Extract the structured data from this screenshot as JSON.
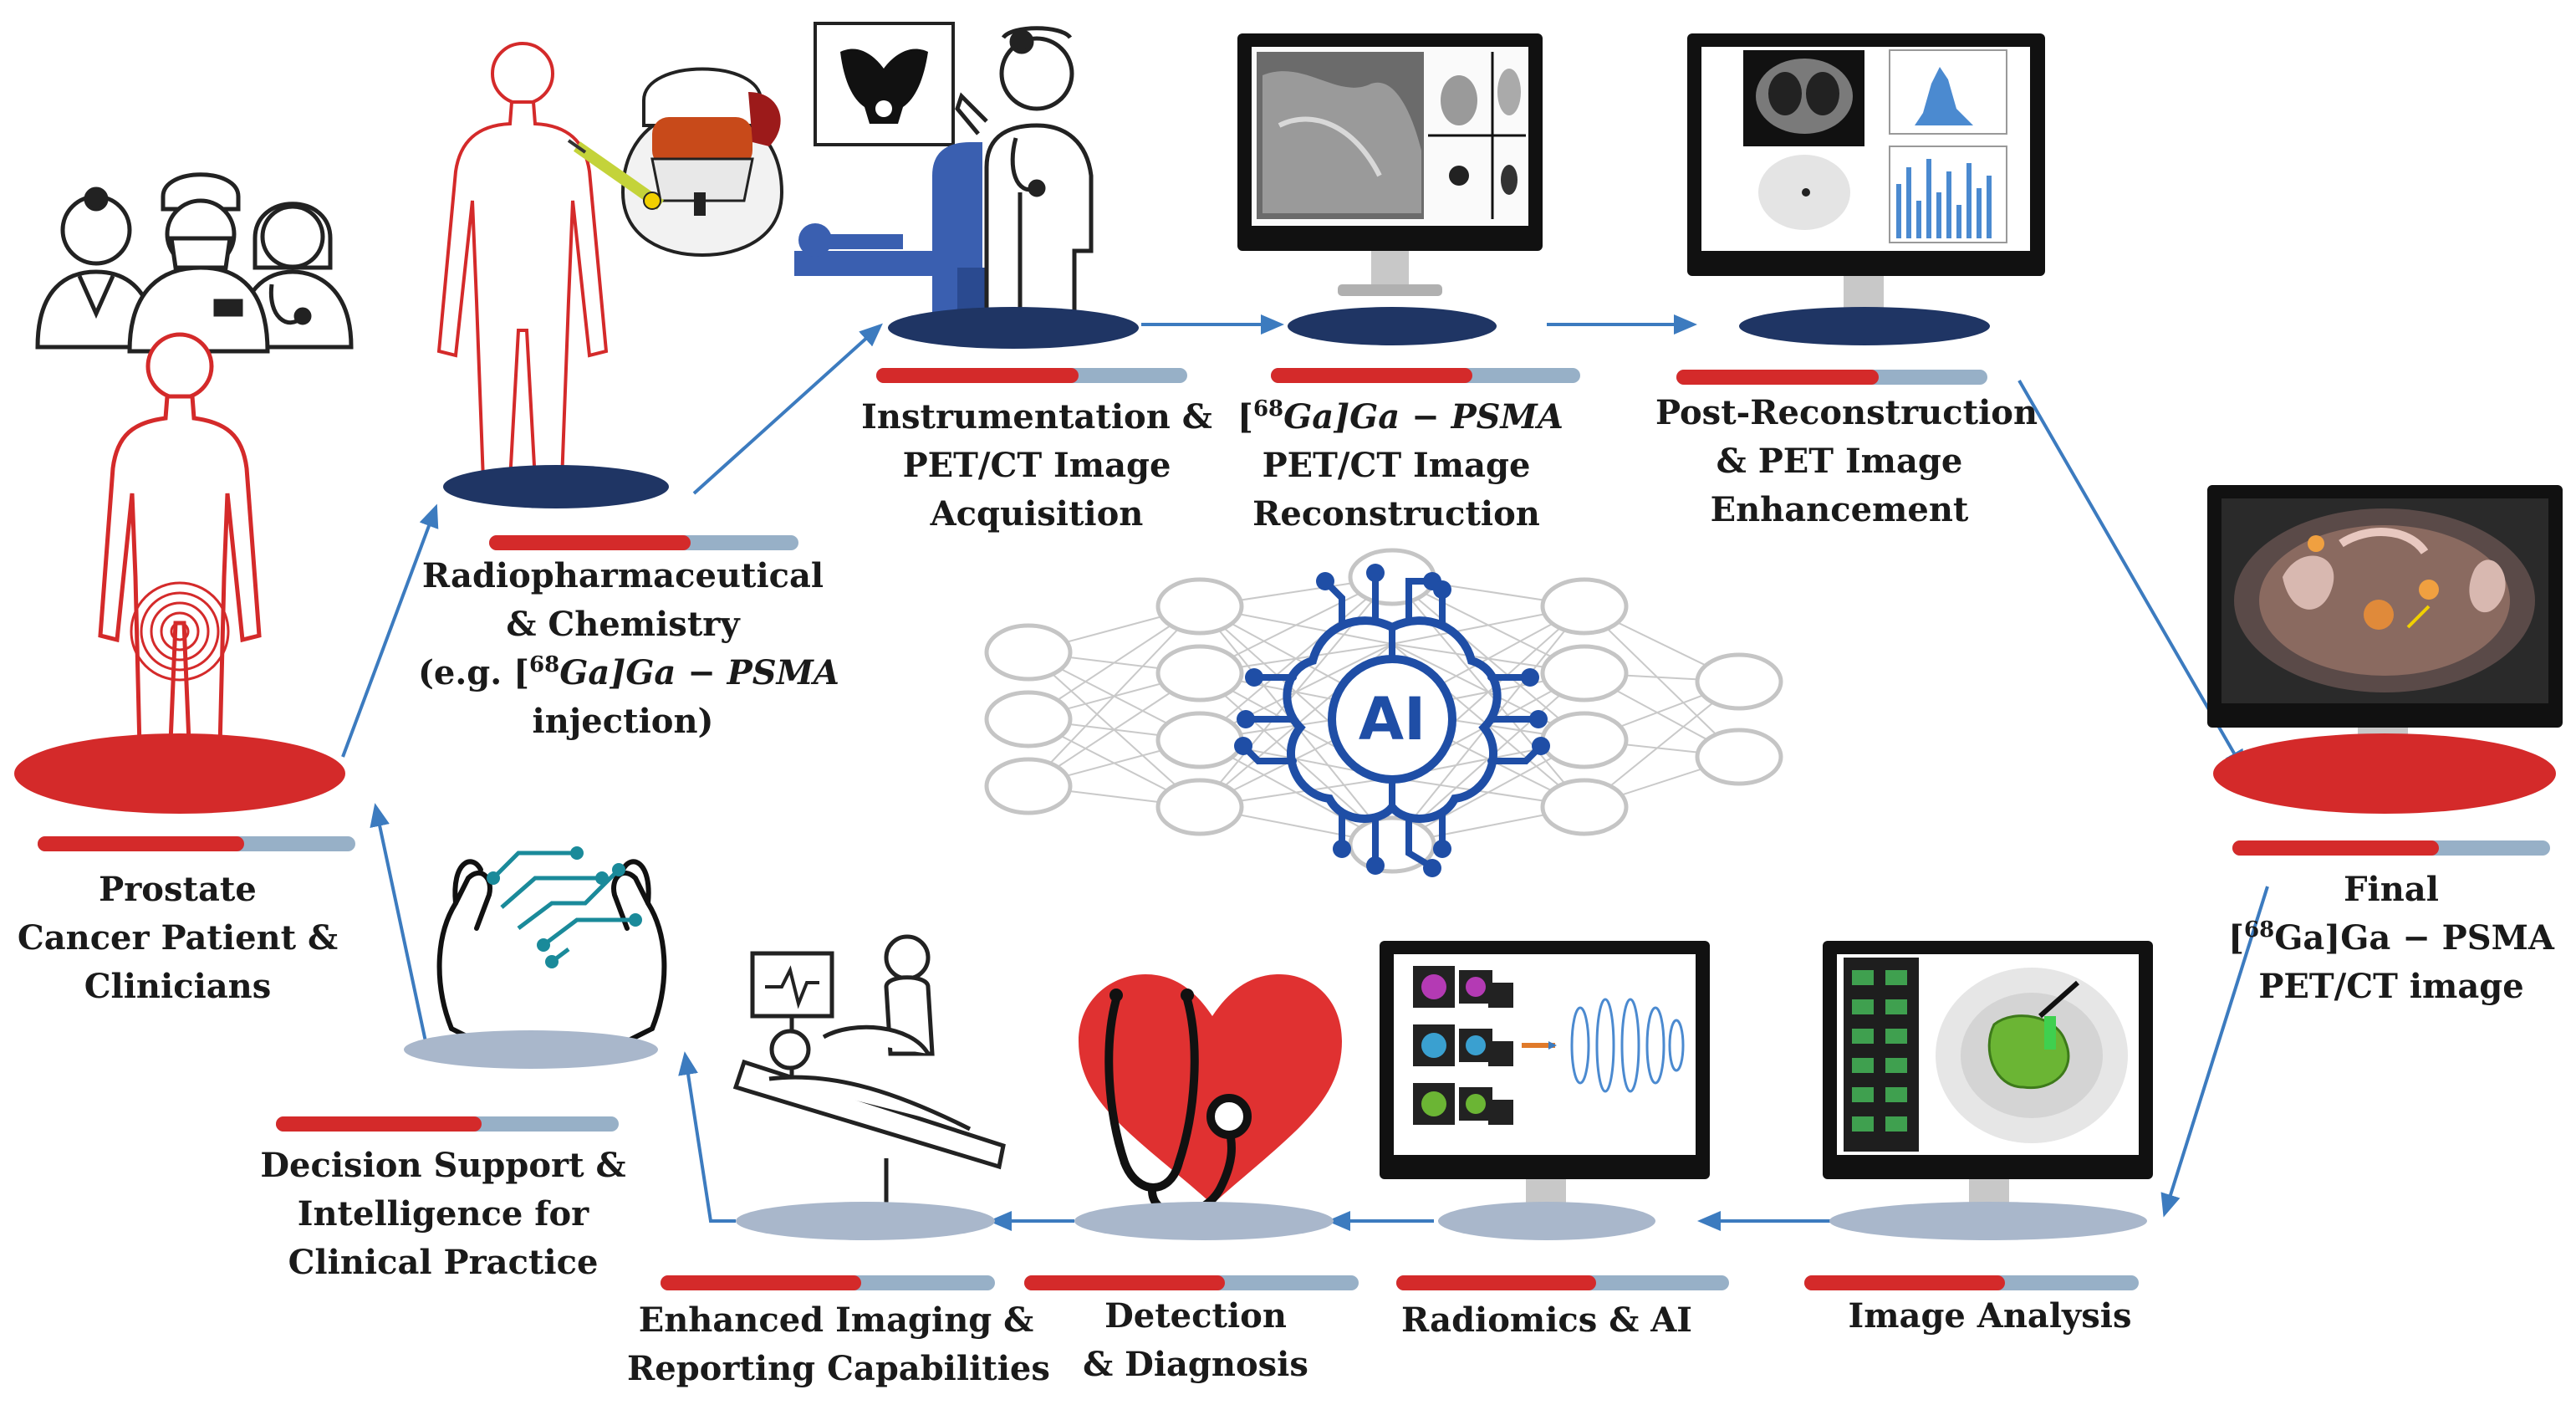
{
  "stages": {
    "patient": {
      "lines": [
        "Prostate",
        "Cancer Patient &",
        "Clinicians"
      ],
      "progress": 0.65
    },
    "radiopharm": {
      "lines": [
        "Radiopharmaceutical",
        "& Chemistry"
      ],
      "eg_prefix": "(e.g. [",
      "sup": "68",
      "eg_formula": "Ga]Ga − PSMA",
      "last_line": "injection)",
      "progress": 0.65
    },
    "acquisition": {
      "lines": [
        "Instrumentation &",
        "PET/CT Image",
        "Acquisition"
      ],
      "progress": 0.65
    },
    "reconstruction": {
      "open": "[",
      "sup": "68",
      "formula": "Ga]Ga − PSMA",
      "lines": [
        "PET/CT Image",
        "Reconstruction"
      ],
      "progress": 0.65
    },
    "post_recon": {
      "lines": [
        "Post-Reconstruction",
        "& PET Image",
        "Enhancement"
      ],
      "progress": 0.65
    },
    "final": {
      "line1": "Final",
      "open": "[",
      "sup": "68",
      "formula": "Ga]Ga − PSMA",
      "line3": "PET/CT image",
      "progress": 0.65
    },
    "image_analysis": {
      "lines": [
        "Image Analysis"
      ],
      "progress": 0.6
    },
    "radiomics": {
      "lines": [
        "Radiomics & AI"
      ],
      "progress": 0.6
    },
    "detection": {
      "lines": [
        "Detection",
        "& Diagnosis"
      ],
      "progress": 0.6
    },
    "enhanced": {
      "lines": [
        "Enhanced Imaging &",
        "Reporting Capabilities"
      ],
      "progress": 0.6
    },
    "decision": {
      "lines": [
        "Decision Support &",
        "Intelligence for",
        "Clinical Practice"
      ],
      "progress": 0.6
    }
  },
  "center": {
    "ai_label": "AI"
  },
  "colors": {
    "red": "#d42a2a",
    "navy": "#1f3564",
    "gray_blue": "#97b0c7",
    "light_platform": "#a9b7cb",
    "arrow": "#3c7bbf",
    "ai_blue": "#1f4ea6",
    "net_gray": "#c5c5c5",
    "heart_red": "#e03131"
  }
}
